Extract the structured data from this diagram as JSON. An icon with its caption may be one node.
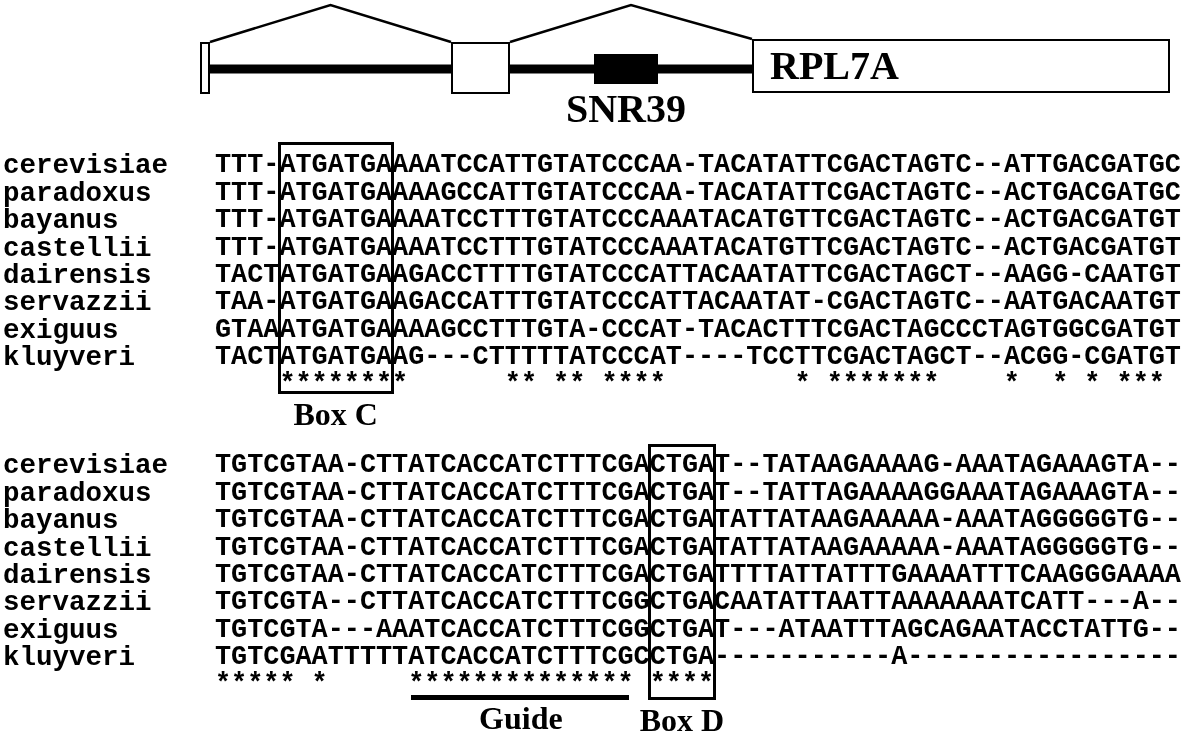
{
  "diagram": {
    "nodes": [
      {
        "text": [],
        "shape": "box"
      },
      {
        "text": [],
        "shape": "box"
      },
      {
        "text": [
          "SNR39"
        ]
      },
      {
        "text": [
          "RPL7A"
        ]
      },
      {
        "text": [
          "Box C"
        ]
      },
      {
        "text": [
          "Box D"
        ]
      }
    ],
    "edges": [
      {
        "from": 0,
        "to": 1,
        "arrow": "none"
      },
      {
        "from": 1,
        "to": 3,
        "arrow": "none"
      },
      {
        "from": 0,
        "to": 1,
        "arrow": "none"
      },
      {
        "from": 1,
        "to": 2,
        "arrow": "none"
      },
      {
        "from": 2,
        "to": 3,
        "arrow": "none"
      }
    ],
    "labels": [
      "cerevisiae",
      "TTT-ATGATGAAAATCCATTGTATCCCAA-TACATATTCGACTAGTC--ATTGACGATGC",
      "paradoxus",
      "TTT-ATGATGAAAAGCCATTGTATCCCAA-TACATATTCGACTAGTC--ACTGACGATGC",
      "bayanus",
      "TTT-ATGATGAAAATCCTTTGTATCCCAAATACATGTTCGACTAGTC--ACTGACGATGT",
      "castellii",
      "TTT-ATGATGAAAATCCTTTGTATCCCAAATACATGTTCGACTAGTC--ACTGACGATGT",
      "dairensis",
      "TACTATGATGAAGACCTTTTGTATCCCATTACAATATTCGACTAGCT--AAGG-CAATGT",
      "servazzii",
      "TAA-ATGATGAAGACCATTTGTATCCCATTACAATAT-CGACTAGTC--AATGACAATGT",
      "exiguus",
      "GTAAATGATGAAAAGCCTTTGTA-CCCAT-TACACTTTCGACTAGCCCTAGTGGCGATGT",
      "kluyveri",
      "TACTATGATGAAG---CTTTTTATCCCAT----TCCTTCGACTAGCT--ACGG-CGATGT",
      "********      ** ** ****        * *******    *  * * ***",
      "cerevisiae",
      "TGTCGTAA-CTTATCACCATCTTTCGACTGAT--TATAAGAAAAG-AAATAGAAAGTA--",
      "paradoxus",
      "TGTCGTAA-CTTATCACCATCTTTCGACTGAT--TATTAGAAAAGGAAATAGAAAGTA--",
      "bayanus",
      "TGTCGTAA-CTTATCACCATCTTTCGACTGATATTATAAGAAAAA-AAATAGGGGGTG--",
      "castellii",
      "TGTCGTAA-CTTATCACCATCTTTCGACTGATATTATAAGAAAAA-AAATAGGGGGTG--",
      "dairensis",
      "TGTCGTAA-CTTATCACCATCTTTCGACTGATTTTATTATTTGAAAATTTCAAGGGAAAA",
      "servazzii",
      "TGTCGTA--CTTATCACCATCTTTCGGCTGACAATATTAATTAAAAAAATCATT---A--",
      "exiguus",
      "TGTCGTA---AAATCACCATCTTTCGGCTGAT---ATAATTTAGCAGAATACCTATTG--",
      "kluyveri",
      "TGTCGAATTTTTATCACCATCTTTCGCCTGA-----------A-----------------",
      "***** *     ************** ****",
      "Guide"
    ]
  }
}
